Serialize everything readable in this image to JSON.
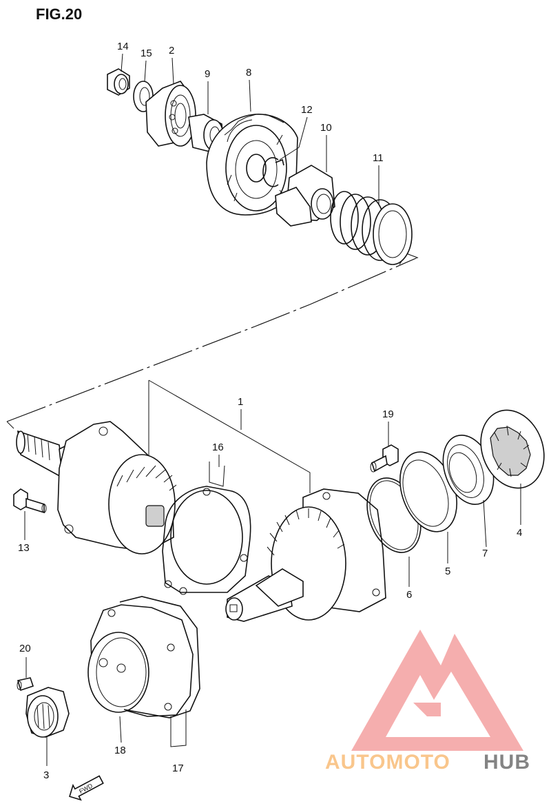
{
  "figure": {
    "title": "FIG.20"
  },
  "parts": [
    {
      "id": "14",
      "label": "14"
    },
    {
      "id": "15",
      "label": "15"
    },
    {
      "id": "2",
      "label": "2"
    },
    {
      "id": "9",
      "label": "9"
    },
    {
      "id": "8",
      "label": "8"
    },
    {
      "id": "12",
      "label": "12"
    },
    {
      "id": "10",
      "label": "10"
    },
    {
      "id": "11",
      "label": "11"
    },
    {
      "id": "1",
      "label": "1"
    },
    {
      "id": "16",
      "label": "16"
    },
    {
      "id": "19",
      "label": "19"
    },
    {
      "id": "13",
      "label": "13"
    },
    {
      "id": "6",
      "label": "6"
    },
    {
      "id": "5",
      "label": "5"
    },
    {
      "id": "7",
      "label": "7"
    },
    {
      "id": "4",
      "label": "4"
    },
    {
      "id": "20",
      "label": "20"
    },
    {
      "id": "18",
      "label": "18"
    },
    {
      "id": "17",
      "label": "17"
    },
    {
      "id": "3",
      "label": "3"
    }
  ],
  "direction_marker": {
    "label": "FWD"
  },
  "watermark": {
    "part1": "AUTOMOTO",
    "part2": "HUB",
    "color_primary": "#f4a0a0",
    "color_secondary": "#f9c080",
    "color_hub": "#777777"
  }
}
